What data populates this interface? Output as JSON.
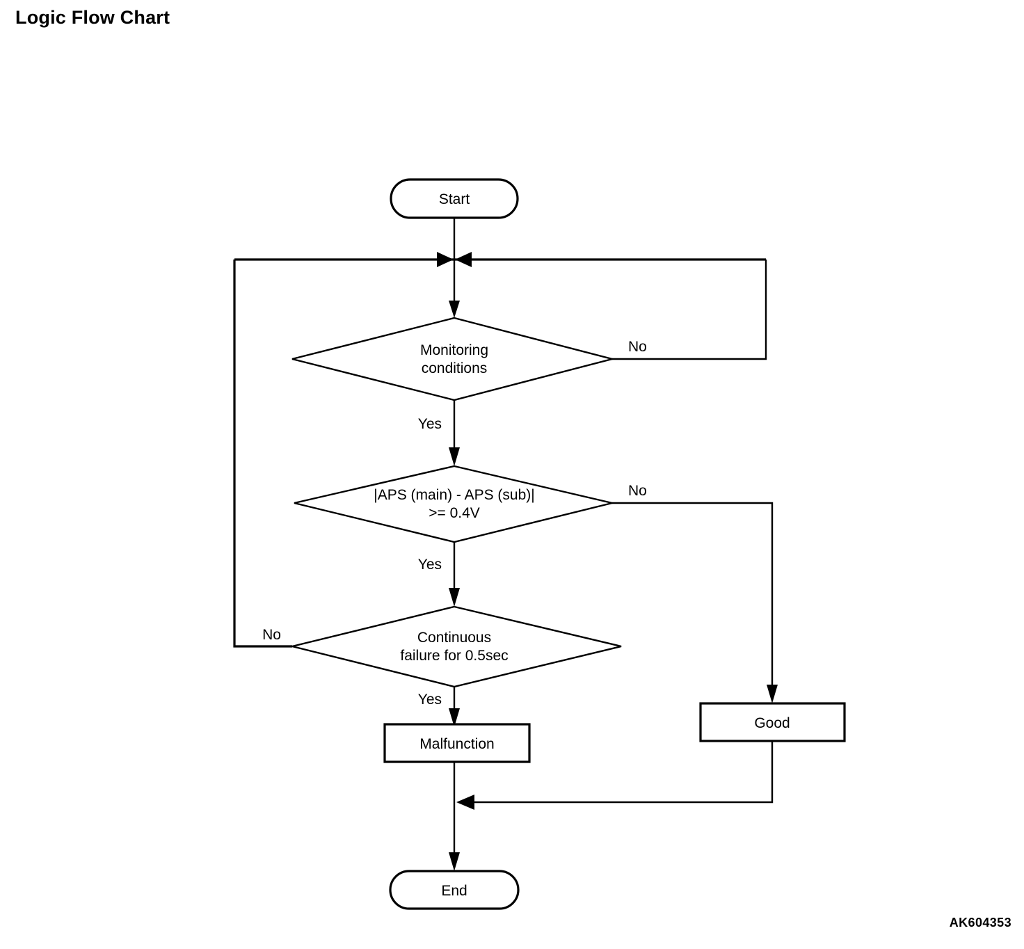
{
  "page": {
    "title": "Logic Flow Chart",
    "figure_code": "AK604353",
    "background_color": "#ffffff",
    "line_color": "#000000"
  },
  "chart_data": {
    "type": "diagram",
    "diagram_kind": "flowchart",
    "title": "Logic Flow Chart",
    "nodes": [
      {
        "id": "start",
        "shape": "stadium",
        "label": "Start",
        "lines": [
          "Start"
        ]
      },
      {
        "id": "monitoring",
        "shape": "diamond",
        "label": "Monitoring conditions",
        "lines": [
          "Monitoring",
          "conditions"
        ]
      },
      {
        "id": "aps",
        "shape": "diamond",
        "label": "|APS (main) - APS (sub)| >= 0.4V",
        "lines": [
          "|APS (main) - APS (sub)|",
          ">= 0.4V"
        ]
      },
      {
        "id": "continuous",
        "shape": "diamond",
        "label": "Continuous failure for 0.5sec",
        "lines": [
          "Continuous",
          "failure for 0.5sec"
        ]
      },
      {
        "id": "malfunction",
        "shape": "rect",
        "label": "Malfunction",
        "lines": [
          "Malfunction"
        ]
      },
      {
        "id": "good",
        "shape": "rect",
        "label": "Good",
        "lines": [
          "Good"
        ]
      },
      {
        "id": "end",
        "shape": "stadium",
        "label": "End",
        "lines": [
          "End"
        ]
      }
    ],
    "edges": [
      {
        "from": "start",
        "to": "monitoring",
        "label": ""
      },
      {
        "from": "monitoring",
        "to": "aps",
        "label": "Yes"
      },
      {
        "from": "monitoring",
        "to": "monitoring",
        "label": "No"
      },
      {
        "from": "aps",
        "to": "continuous",
        "label": "Yes"
      },
      {
        "from": "aps",
        "to": "good",
        "label": "No"
      },
      {
        "from": "continuous",
        "to": "malfunction",
        "label": "Yes"
      },
      {
        "from": "continuous",
        "to": "monitoring",
        "label": "No"
      },
      {
        "from": "malfunction",
        "to": "end",
        "label": ""
      },
      {
        "from": "good",
        "to": "end",
        "label": ""
      }
    ]
  },
  "labels": {
    "start": "Start",
    "monitoring_line1": "Monitoring",
    "monitoring_line2": "conditions",
    "monitoring_no": "No",
    "monitoring_yes": "Yes",
    "aps_line1": "|APS (main) - APS (sub)|",
    "aps_line2": ">= 0.4V",
    "aps_no": "No",
    "aps_yes": "Yes",
    "continuous_line1": "Continuous",
    "continuous_line2": "failure for 0.5sec",
    "continuous_no": "No",
    "continuous_yes": "Yes",
    "malfunction": "Malfunction",
    "good": "Good",
    "end": "End"
  }
}
